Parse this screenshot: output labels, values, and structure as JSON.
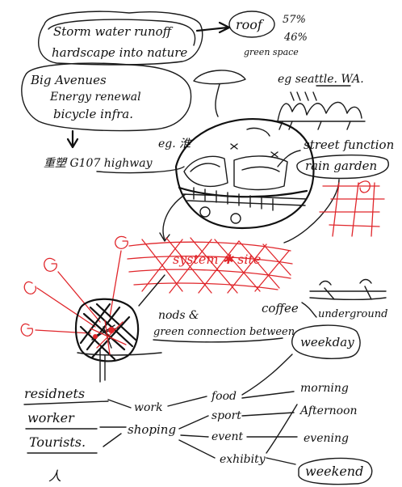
{
  "notes": {
    "stormwater": "Storm water runoff",
    "hardscape": "hardscape into nature",
    "roof": "roof",
    "pct1": "57%",
    "pct2": "46%",
    "green_space": "green space",
    "big_avenues": "Big Avenues",
    "energy": "Energy renewal",
    "bicycle": "bicycle infra.",
    "eg_left": "eg. 淮",
    "g107": "重塑 G107 highway",
    "eg_seattle": "eg seattle. WA.",
    "street_function": "street function",
    "rain_garden": "rain garden",
    "system_site": "system ✱ site",
    "coffee": "coffee",
    "underground": "underground",
    "nods": "nods &",
    "green_connection": "green connection between",
    "weekday": "weekday",
    "residents": "residnets",
    "worker": "worker",
    "tourists": "Tourists.",
    "work": "work",
    "shoping": "shoping",
    "food": "food",
    "sport": "sport",
    "event": "event",
    "exhibition": "exhibity",
    "morning": "morning",
    "afternoon": "Afternoon",
    "evening": "evening",
    "weekend": "weekend",
    "bottom_char": "人"
  },
  "colors": {
    "ink": "#111111",
    "red": "#e0262b",
    "paper": "#ffffff"
  }
}
